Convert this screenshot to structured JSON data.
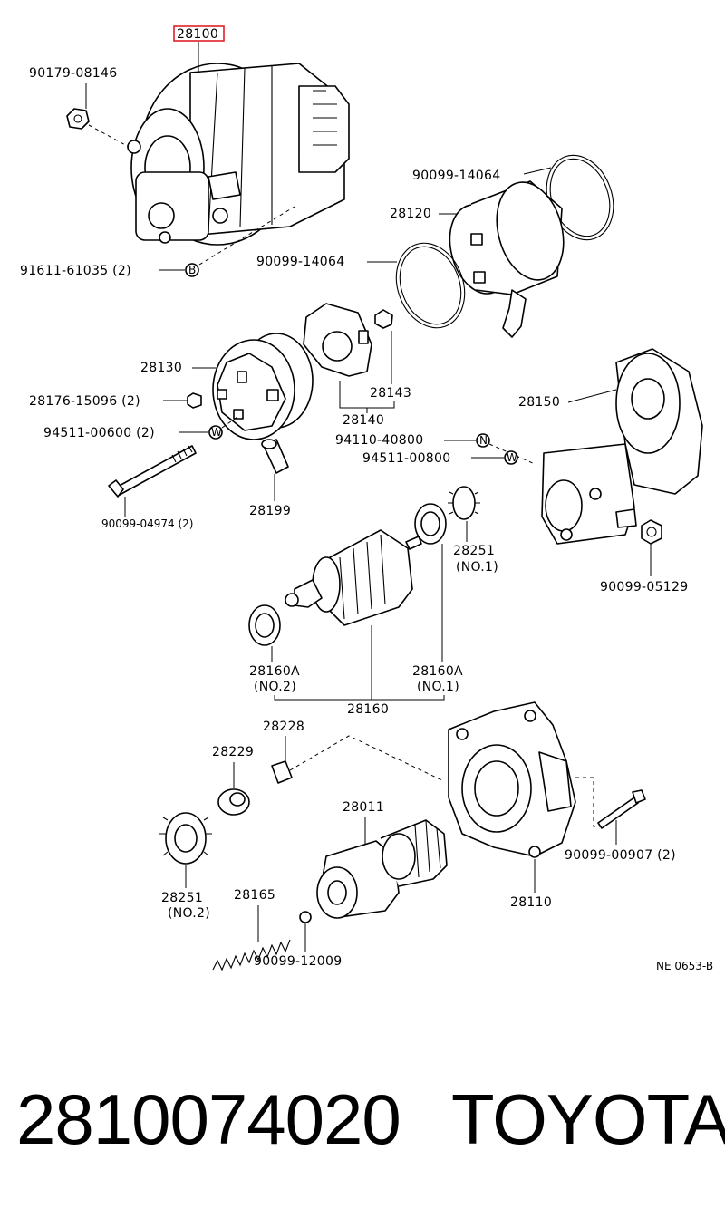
{
  "labels": {
    "p28100": "28100",
    "p90179_08146": "90179-08146",
    "p91611_61035": "91611-61035 (2)",
    "p90099_14064_top": "90099-14064",
    "p28120": "28120",
    "p90099_14064_mid": "90099-14064",
    "p28130": "28130",
    "p28143": "28143",
    "p28176_15096": "28176-15096 (2)",
    "p28140": "28140",
    "p94511_00600": "94511-00600 (2)",
    "p28150": "28150",
    "p94110_40800": "94110-40800",
    "p94511_00800": "94511-00800",
    "p90099_04974": "90099-04974 (2)",
    "p28199": "28199",
    "p28251_no1": "28251",
    "p28251_no1_note": "(NO.1)",
    "p90099_05129": "90099-05129",
    "p28160A_no2": "28160A",
    "p28160A_no2_note": "(NO.2)",
    "p28160A_no1": "28160A",
    "p28160A_no1_note": "(NO.1)",
    "p28160": "28160",
    "p28228": "28228",
    "p28229": "28229",
    "p28011": "28011",
    "p90099_00907": "90099-00907 (2)",
    "p28251_no2": "28251",
    "p28251_no2_note": "(NO.2)",
    "p28165": "28165",
    "p28110": "28110",
    "p90099_12009": "90099-12009",
    "ref": "NE 0653-B"
  },
  "markers": {
    "b": "B",
    "w": "W",
    "n": "N"
  },
  "footer": {
    "part_number": "2810074020",
    "brand": "TOYOTA"
  },
  "colors": {
    "highlight": "#e0202a",
    "ink": "#000000"
  }
}
